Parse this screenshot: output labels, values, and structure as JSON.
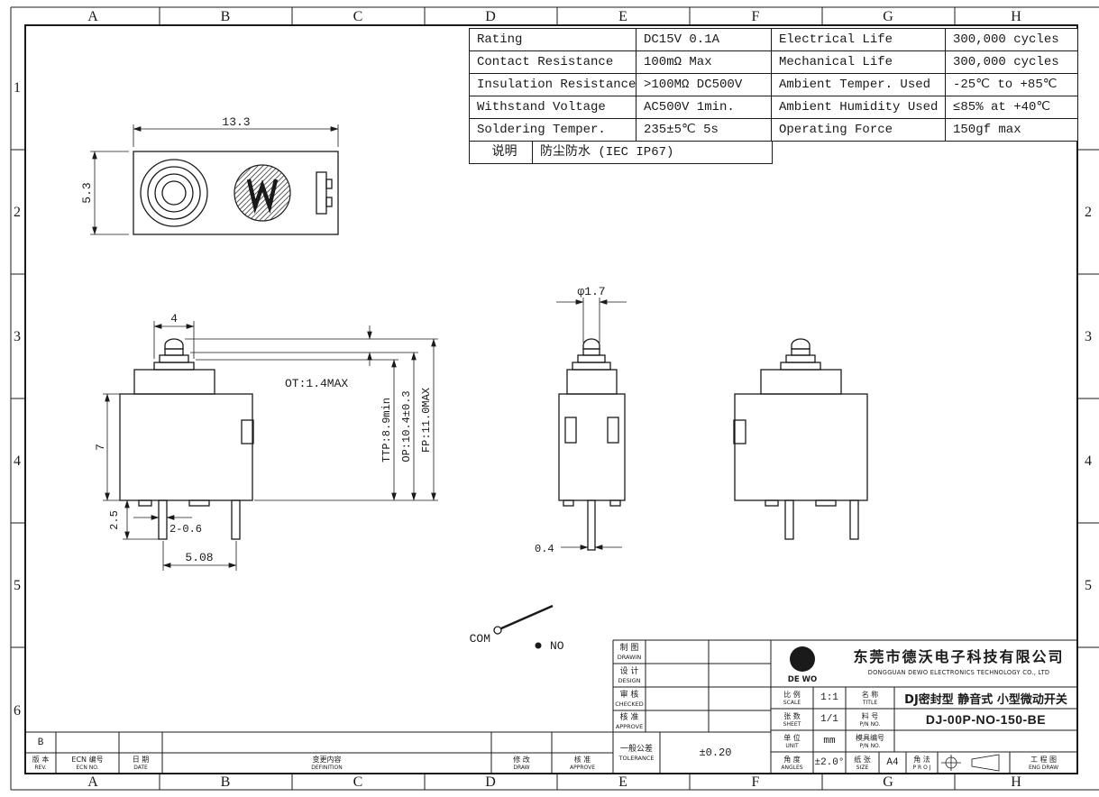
{
  "sheet": {
    "bg_color": "#ffffff",
    "line_color": "#1a1a1a"
  },
  "grid": {
    "columns": [
      "A",
      "B",
      "C",
      "D",
      "E",
      "F",
      "G",
      "H"
    ],
    "rows": [
      "1",
      "2",
      "3",
      "4",
      "5",
      "6"
    ]
  },
  "spec_table": {
    "rows": [
      [
        "Rating",
        "DC15V 0.1A",
        "Electrical Life",
        "300,000 cycles"
      ],
      [
        "Contact Resistance",
        "100mΩ Max",
        "Mechanical Life",
        "300,000 cycles"
      ],
      [
        "Insulation Resistance",
        ">100MΩ DC500V",
        "Ambient Temper. Used",
        "-25℃ to +85℃"
      ],
      [
        "Withstand Voltage",
        "AC500V 1min.",
        "Ambient Humidity Used",
        "≤85% at +40℃"
      ],
      [
        "Soldering Temper.",
        "235±5℃ 5s",
        "Operating Force",
        "150gf max"
      ]
    ],
    "note_label": "说明",
    "note_value": "防尘防水 (IEC IP67)"
  },
  "dims": {
    "top_width": "13.3",
    "top_height": "5.3",
    "plunger_width": "4",
    "ot": "OT:1.4MAX",
    "ttp": "TTP:8.9min",
    "op": "OP:10.4±0.3",
    "fp": "FP:11.0MAX",
    "body_height": "7",
    "pin_offset": "2.5",
    "pin_width": "2-0.6",
    "pin_pitch": "5.08",
    "plunger_dia": "φ1.7",
    "pin_thickness": "0.4"
  },
  "circuit": {
    "com": "COM",
    "no": "NO"
  },
  "title_block": {
    "logo_monogram": "W",
    "logo_name": "DE WO",
    "company_cn": "东莞市德沃电子科技有限公司",
    "company_en": "DONGGUAN DEWO ELECTRONICS TECHNOLOGY CO., LTD",
    "drawin_cn": "制 图",
    "drawin_en": "DRAWIN",
    "design_cn": "设 计",
    "design_en": "DESIGN",
    "checked_cn": "审 核",
    "checked_en": "CHECKED",
    "approve_cn": "核 准",
    "approve_en": "APPROVE",
    "tolerance_cn": "一般公差",
    "tolerance_en": "TOLERANCE",
    "tolerance_value": "±0.20",
    "scale_cn": "比 例",
    "scale_en": "SCALE",
    "scale_value": "1:1",
    "sheet_cn": "张 数",
    "sheet_en": "SHEET",
    "sheet_value": "1/1",
    "unit_cn": "单 位",
    "unit_en": "UNIT",
    "unit_value": "mm",
    "angles_cn": "角 度",
    "angles_en": "ANGLES",
    "angles_value": "±2.0°",
    "name_cn": "名 称",
    "name_en": "TITLE",
    "name_value": "DJ密封型 静音式 小型微动开关",
    "pn_cn": "料 号",
    "pn_en": "P/N NO.",
    "pn_value": "DJ-00P-NO-150-BE",
    "mold_cn": "模具编号",
    "mold_en": "P/N NO.",
    "size_cn": "纸 张",
    "size_en": "SIZE",
    "size_value": "A4",
    "proj_cn": "角 法",
    "proj_en": "P R O J",
    "engdraw_cn": "工 程 图",
    "engdraw_en": "ENG DRAW",
    "rev_cn": "版 本",
    "rev_en": "REV.",
    "rev_value": "B",
    "ecn_cn": "ECN 编号",
    "ecn_en": "ECN NO.",
    "date_cn": "日 期",
    "date_en": "DATE",
    "definition_cn": "变更内容",
    "definition_en": "DEFINITION",
    "modify_cn": "修 改",
    "modify_en": "DRAW",
    "approve2_cn": "核 准",
    "approve2_en": "APPROVE"
  }
}
